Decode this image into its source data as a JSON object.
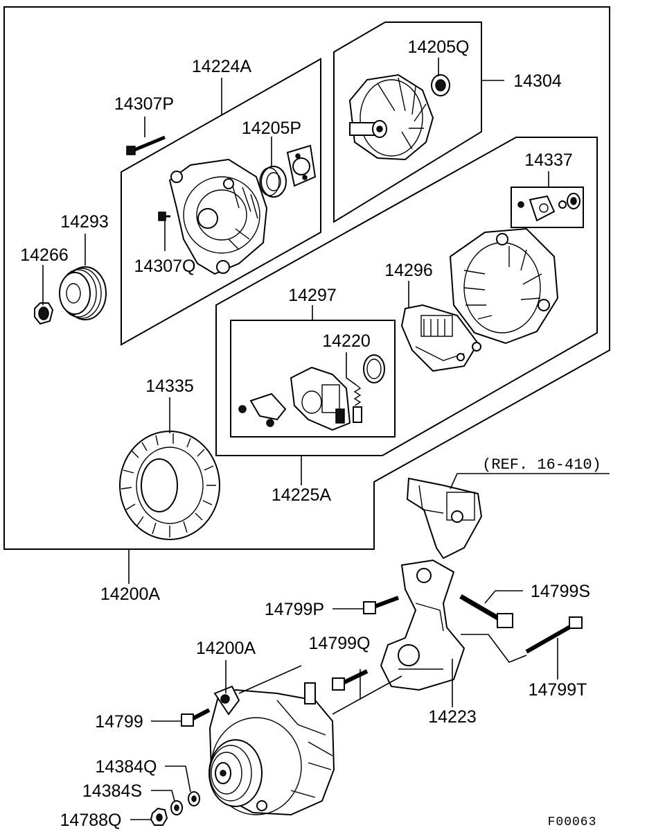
{
  "diagram": {
    "part_labels": {
      "p14224A": "14224A",
      "p14307P": "14307P",
      "p14205P": "14205P",
      "p14205Q": "14205Q",
      "p14304": "14304",
      "p14293": "14293",
      "p14266": "14266",
      "p14307Q": "14307Q",
      "p14337": "14337",
      "p14296": "14296",
      "p14297": "14297",
      "p14220": "14220",
      "p14335": "14335",
      "p14225A": "14225A",
      "p14200A_kit": "14200A",
      "ref": "(REF. 16-410)",
      "p14799S": "14799S",
      "p14799P": "14799P",
      "p14200A_assy": "14200A",
      "p14799Q": "14799Q",
      "p14799T": "14799T",
      "p14799": "14799",
      "p14223": "14223",
      "p14384Q": "14384Q",
      "p14384S": "14384S",
      "p14788Q": "14788Q"
    },
    "figure_code": "F00063"
  }
}
